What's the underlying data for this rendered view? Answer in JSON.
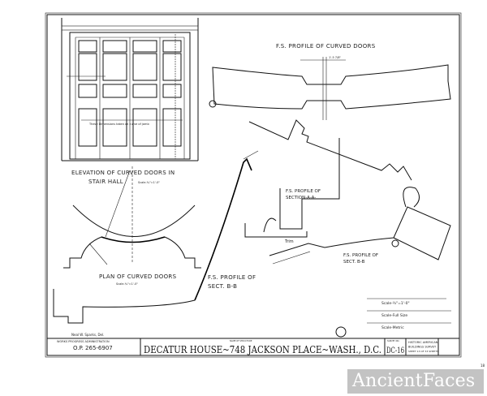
{
  "sheet": {
    "elevation_title_1": "ELEVATION OF CURVED DOORS IN",
    "elevation_title_2": "STAIR HALL",
    "elevation_scale": "Scale-¾\"=1'-0\"",
    "elevation_note": "These Dimensions taken on curve of jamb",
    "plan_title": "PLAN OF CURVED DOORS",
    "plan_scale": "Scale-¾\"=1'-0\"",
    "profile_doors_title": "F.S. PROFILE OF CURVED DOORS",
    "profile_doors_dim": "1'-5 7/8\"",
    "profile_section_a_1": "F.S. PROFILE OF",
    "profile_section_a_2": "SECTION-A-A-",
    "profile_sect_b_left_1": "F.S. PROFILE OF",
    "profile_sect_b_left_2": "SECT. B-B",
    "profile_sect_b_right_1": "F.S. PROFILE OF",
    "profile_sect_b_right_2": "SECT. B-B",
    "trim_label": "Trim",
    "scales": [
      "Scale-¾\"=1'-0\"",
      "Scale-Full Size",
      "Scale-Metric"
    ],
    "delineator": "Neal W. Sparks, Del."
  },
  "title_block": {
    "agency": "WORKS PROGRESS ADMINISTRATION",
    "project": "O.P. 265-6907",
    "structure_label": "NAME OF STRUCTURE",
    "structure_name": "DECATUR HOUSE~748 JACKSON PLACE~WASH., D.C.",
    "survey_label": "SURVEY NO.",
    "survey_no": "DC-16",
    "survey_org_1": "HISTORIC AMERICAN",
    "survey_org_2": "BUILDINGS SURVEY",
    "sheet_info": "SHEET 13 OF 33 SHEETS"
  },
  "watermark": "AncientFaces",
  "page_number": "18"
}
